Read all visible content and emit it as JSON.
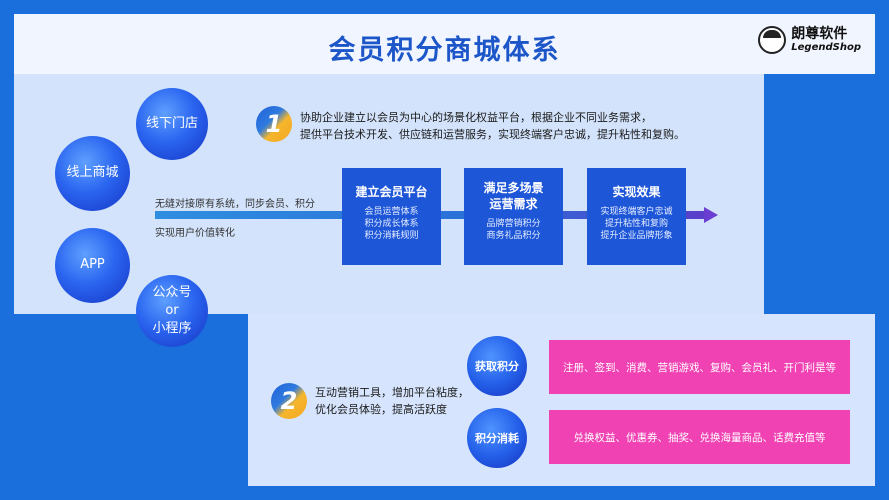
{
  "title": "会员积分商城体系",
  "logo": {
    "cn": "朗尊软件",
    "en": "LegendShop"
  },
  "channels": [
    {
      "label": "线下门店"
    },
    {
      "label": "线上商城"
    },
    {
      "label": "APP"
    },
    {
      "label_lines": [
        "公众号",
        "or",
        "小程序"
      ]
    }
  ],
  "section1": {
    "number": "1",
    "line1": "协助企业建立以会员为中心的场景化权益平台，根据企业不同业务需求，",
    "line2": "提供平台技术开发、供应链和运营服务，实现终端客户忠诚，提升粘性和复购。"
  },
  "arrow": {
    "text_top": "无缝对接原有系统，同步会员、积分",
    "text_bottom": "实现用户价值转化"
  },
  "boxes": [
    {
      "title_lines": [
        "建立会员平台"
      ],
      "items": [
        "会员运营体系",
        "积分成长体系",
        "积分消耗规则"
      ]
    },
    {
      "title_lines": [
        "满足多场景",
        "运营需求"
      ],
      "items": [
        "品牌营销积分",
        "商务礼品积分"
      ]
    },
    {
      "title_lines": [
        "实现效果"
      ],
      "items": [
        "实现终端客户忠诚",
        "提升粘性和复购",
        "提升企业品牌形象"
      ]
    }
  ],
  "section2": {
    "number": "2",
    "line1": "互动营销工具，增加平台粘度，",
    "line2": "优化会员体验，提高活跃度"
  },
  "points": [
    {
      "label": "获取积分",
      "detail": "注册、签到、消费、营销游戏、复购、会员礼、开门利是等"
    },
    {
      "label": "积分消耗",
      "detail": "兑换权益、优惠券、抽奖、兑换海量商品、话费充值等"
    }
  ]
}
